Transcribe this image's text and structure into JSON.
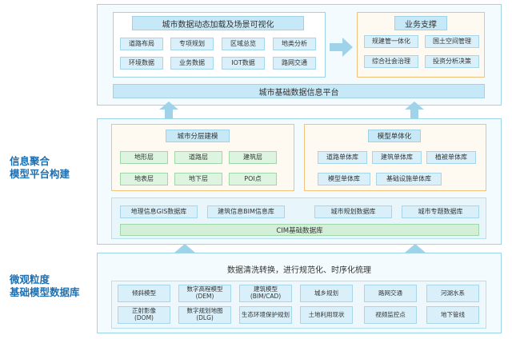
{
  "top": {
    "left_title": "城市数据动态加载及场景可视化",
    "left_items": [
      "道路布局",
      "专项规划",
      "区域总览",
      "地类分析",
      "环境数据",
      "业务数据",
      "IOT数据",
      "路网交通"
    ],
    "right_title": "业务支撑",
    "right_items": [
      "规建管一体化",
      "国土空间管理",
      "综合社会治理",
      "投资分析决策"
    ],
    "platform": "城市基础数据信息平台"
  },
  "middle": {
    "side_label_1": "信息聚合",
    "side_label_2": "模型平台构建",
    "left_title": "城市分层建模",
    "left_items": [
      "地形层",
      "道路层",
      "建筑层",
      "地表层",
      "地下层",
      "POI点"
    ],
    "right_title": "模型单体化",
    "right_items": [
      "道路单体库",
      "建筑单体库",
      "植被单体库",
      "模型单体库",
      "基础设施单体库"
    ],
    "databases": [
      "地理信息GIS数据库",
      "建筑信息BIM信息库",
      "城市规划数据库",
      "城市专题数据库"
    ],
    "cim": "CIM基础数据库"
  },
  "bottom": {
    "side_label_1": "微观粒度",
    "side_label_2": "基础模型数据库",
    "process": "数据清洗转换，进行规范化、时序化梳理",
    "items": [
      "倾斜模型",
      "数字高程模型\n(DEM)",
      "建筑模型\n(BIM/CAD)",
      "城乡规划",
      "路网交通",
      "河湖水系",
      "正射影像\n(DOM)",
      "数字规划地图\n(DLG)",
      "生态环境保护规划",
      "土地利用现状",
      "视频监控点",
      "地下管线"
    ]
  },
  "colors": {
    "accent_blue": "#1e6fb0",
    "chip_blue": "#d9f0fa",
    "chip_green": "#dcf4e0",
    "orange_border": "#f0c27a",
    "arrow": "#9fd3ea"
  }
}
